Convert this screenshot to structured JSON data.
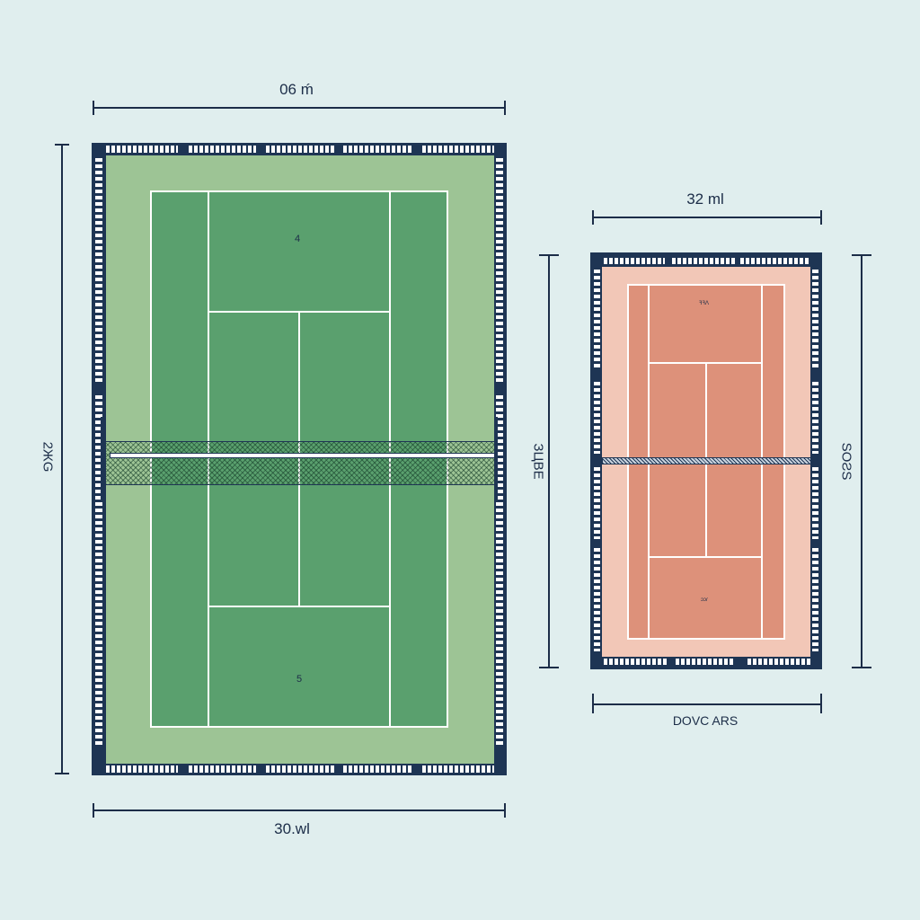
{
  "left_court": {
    "surface": "grass",
    "colors": {
      "surround": "#9dc495",
      "court": "#5aa06e",
      "lines": "#ffffff",
      "frame": "#1e3554"
    },
    "top_dimension": "06 ḿ",
    "bottom_dimension": "30.wl",
    "side_dimension": "2ЖG",
    "service_box_labels": [
      "4",
      "5"
    ]
  },
  "right_court": {
    "surface": "clay",
    "colors": {
      "surround": "#f2c7b7",
      "court": "#dd917a",
      "lines": "#ffffff",
      "frame": "#1e3554"
    },
    "top_dimension": "32 ml",
    "bottom_label": "DOVC ARS",
    "left_dimension": "ЗЦВЕ",
    "right_dimension": "SOƧS",
    "service_box_labels": [
      "ꟻꟻꓥ",
      "ɔɔɾ"
    ]
  }
}
